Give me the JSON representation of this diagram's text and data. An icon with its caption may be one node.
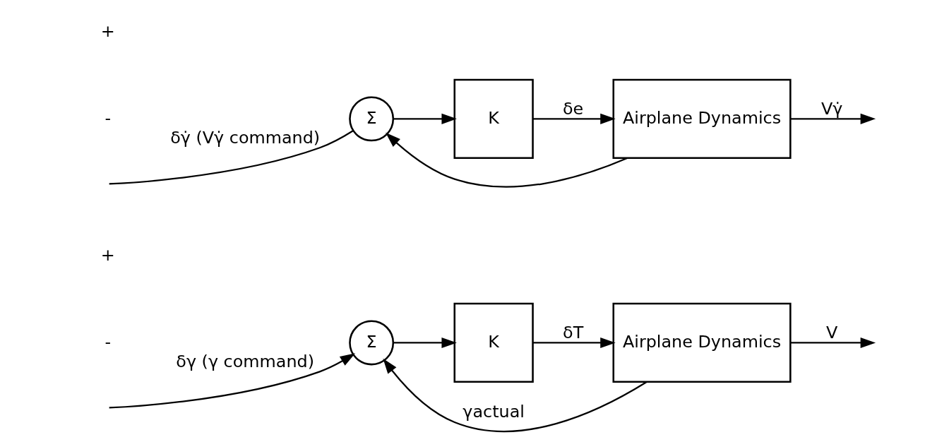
{
  "diagram": {
    "nodes": [
      {
        "text": [
          "Σ"
        ]
      },
      {
        "text": [
          "K"
        ]
      },
      {
        "text": [
          "Airplane Dynamics"
        ]
      },
      {
        "text": [
          "Σ"
        ]
      },
      {
        "text": [
          "K"
        ]
      },
      {
        "text": [
          "Airplane Dynamics"
        ]
      }
    ],
    "edges": [
      {
        "from": null,
        "to": 0,
        "arrow": "to",
        "label": "δγ (γ command)"
      },
      {
        "from": 0,
        "to": 1,
        "arrow": "to"
      },
      {
        "from": 1,
        "to": 2,
        "arrow": "to",
        "label": "δT"
      },
      {
        "from": 2,
        "to": null,
        "arrow": "to",
        "label": "V"
      },
      {
        "from": 2,
        "to": 0,
        "arrow": "to",
        "label": "γactual"
      },
      {
        "from": null,
        "to": 3,
        "arrow": "none",
        "label": "δγ̇ (Vγ̇ command)"
      },
      {
        "from": 3,
        "to": 4,
        "arrow": "to"
      },
      {
        "from": 4,
        "to": 5,
        "arrow": "to",
        "label": "δe"
      },
      {
        "from": 5,
        "to": null,
        "arrow": "to",
        "label": "Vγ̇"
      },
      {
        "from": 5,
        "to": 3,
        "arrow": "to"
      }
    ],
    "labels": [
      "+",
      "-",
      "+",
      "-"
    ]
  }
}
